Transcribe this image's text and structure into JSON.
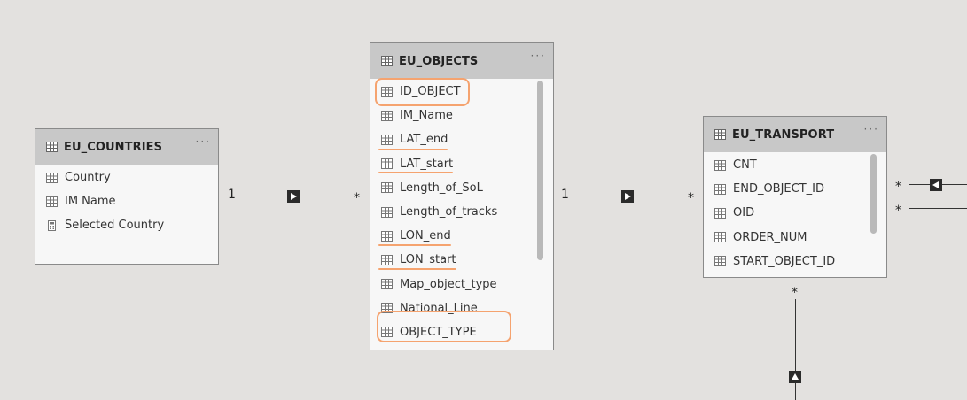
{
  "tables": {
    "countries": {
      "title": "EU_COUNTRIES",
      "menu": "···",
      "fields": [
        "Country",
        "IM Name",
        "Selected Country"
      ]
    },
    "objects": {
      "title": "EU_OBJECTS",
      "menu": "···",
      "fields": [
        "ID_OBJECT",
        "IM_Name",
        "LAT_end",
        "LAT_start",
        "Length_of_SoL",
        "Length_of_tracks",
        "LON_end",
        "LON_start",
        "Map_object_type",
        "National_Line",
        "OBJECT_TYPE"
      ]
    },
    "transport": {
      "title": "EU_TRANSPORT",
      "menu": "···",
      "fields": [
        "CNT",
        "END_OBJECT_ID",
        "OID",
        "ORDER_NUM",
        "START_OBJECT_ID"
      ]
    }
  },
  "relationships": {
    "countries_objects": {
      "one": "1",
      "many": "*"
    },
    "objects_transport": {
      "one": "1",
      "many": "*"
    },
    "transport_right_top": {
      "many": "*"
    },
    "transport_right_bottom": {
      "many": "*"
    },
    "transport_down": {
      "many": "*"
    }
  },
  "colors": {
    "background": "#e3e1df",
    "header": "#c8c8c8",
    "highlight": "#f5a36f"
  },
  "icons": {
    "field": "table-icon",
    "measure": "calculator-icon",
    "filter_direction": "triangle-arrow-icon"
  }
}
